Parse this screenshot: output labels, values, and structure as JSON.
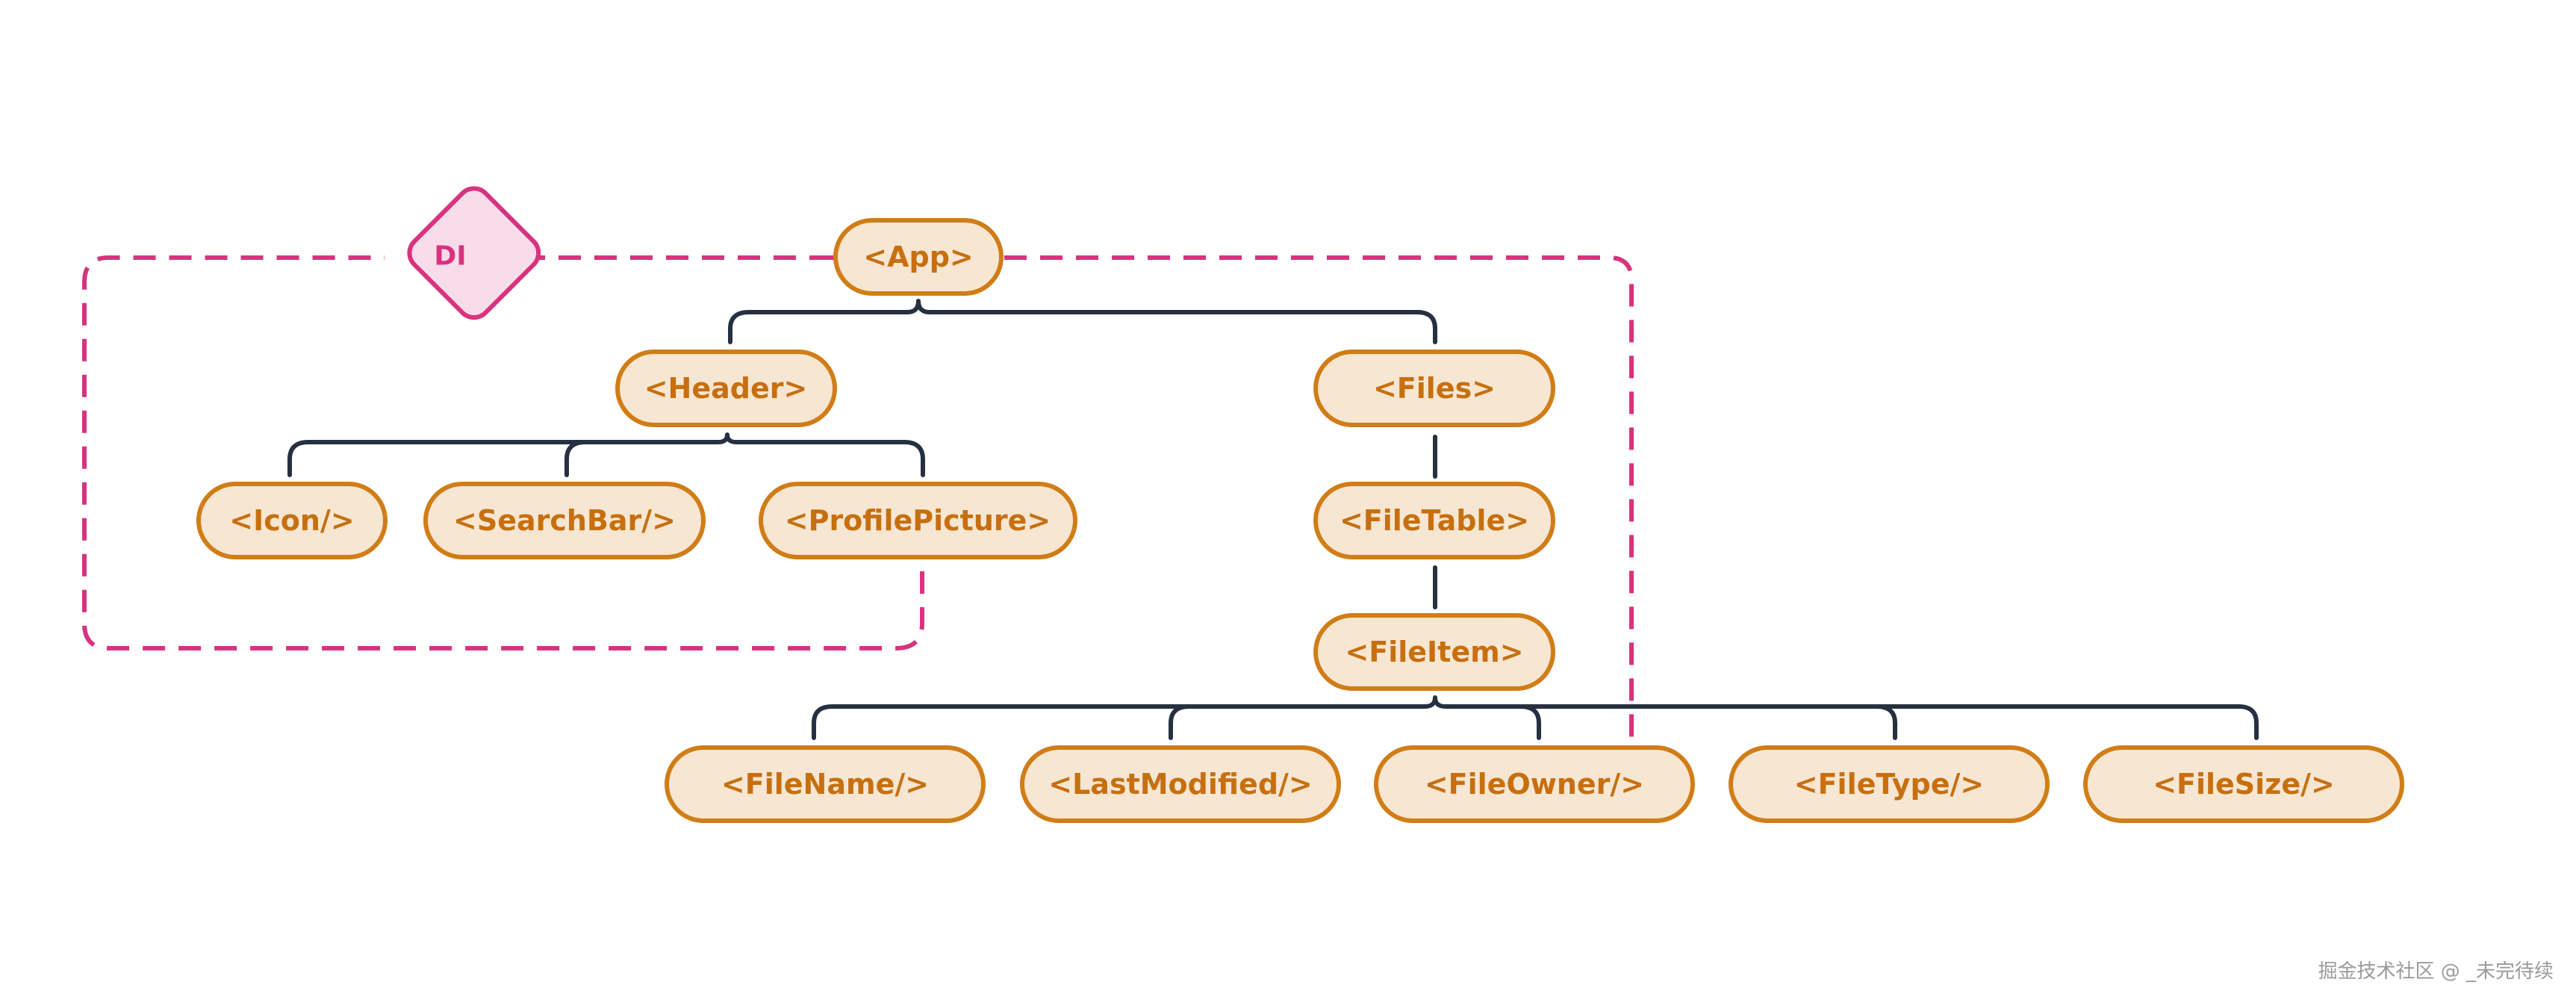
{
  "diagram": {
    "di_label": "DI",
    "nodes": {
      "app": "<App>",
      "header": "<Header>",
      "files": "<Files>",
      "icon": "<Icon/>",
      "searchbar": "<SearchBar/>",
      "profilepicture": "<ProfilePicture>",
      "filetable": "<FileTable>",
      "fileitem": "<FileItem>",
      "filename": "<FileName/>",
      "lastmodified": "<LastModified/>",
      "fileowner": "<FileOwner/>",
      "filetype": "<FileType/>",
      "filesize": "<FileSize/>"
    },
    "edges": [
      [
        "app",
        "header"
      ],
      [
        "app",
        "files"
      ],
      [
        "header",
        "icon"
      ],
      [
        "header",
        "searchbar"
      ],
      [
        "header",
        "profilepicture"
      ],
      [
        "files",
        "filetable"
      ],
      [
        "filetable",
        "fileitem"
      ],
      [
        "fileitem",
        "filename"
      ],
      [
        "fileitem",
        "lastmodified"
      ],
      [
        "fileitem",
        "fileowner"
      ],
      [
        "fileitem",
        "filetype"
      ],
      [
        "fileitem",
        "filesize"
      ]
    ]
  },
  "colors": {
    "node_fill": "#f7e6d2",
    "node_border": "#d17d17",
    "node_text": "#c76f0f",
    "edge": "#263040",
    "di_accent": "#d8337f",
    "di_fill": "#f9dcea"
  },
  "watermark": "掘金技术社区 @ _未完待续"
}
